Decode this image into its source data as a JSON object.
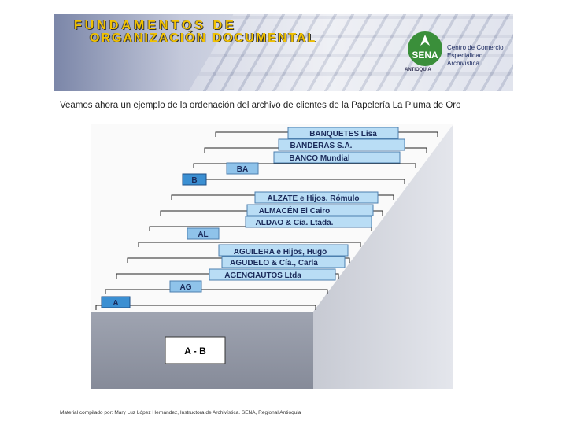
{
  "banner": {
    "title_line1": "FUNDAMENTOS DE",
    "title_line2": "ORGANIZACIÓN DOCUMENTAL",
    "logo_text": "SENA",
    "logo_region": "ANTIOQUIA",
    "center_lines": [
      "Centro de Comercio",
      "Especialidad Archivística"
    ]
  },
  "intro": "Veamos ahora un ejemplo de la ordenación del archivo de clientes de la Papelería La Pluma de Oro",
  "diagram": {
    "drawer_label": "A - B",
    "guides": [
      "A",
      "AG",
      "AL",
      "B",
      "BA"
    ],
    "cards": [
      "BANQUETES Lisa",
      "BANDERAS S.A.",
      "BANCO Mundial",
      "ALZATE e Hijos. Rómulo",
      "ALMACÉN El Cairo",
      "ALDAO & Cía. Ltada.",
      "AGUILERA e Hijos, Hugo",
      "AGUDELO & Cía., Carla",
      "AGENCIAUTOS Ltda"
    ]
  },
  "footer": "Material compilado por: Mary Luz López Hernández, Instructora de Archivística.  SENA, Regional Antioquia"
}
